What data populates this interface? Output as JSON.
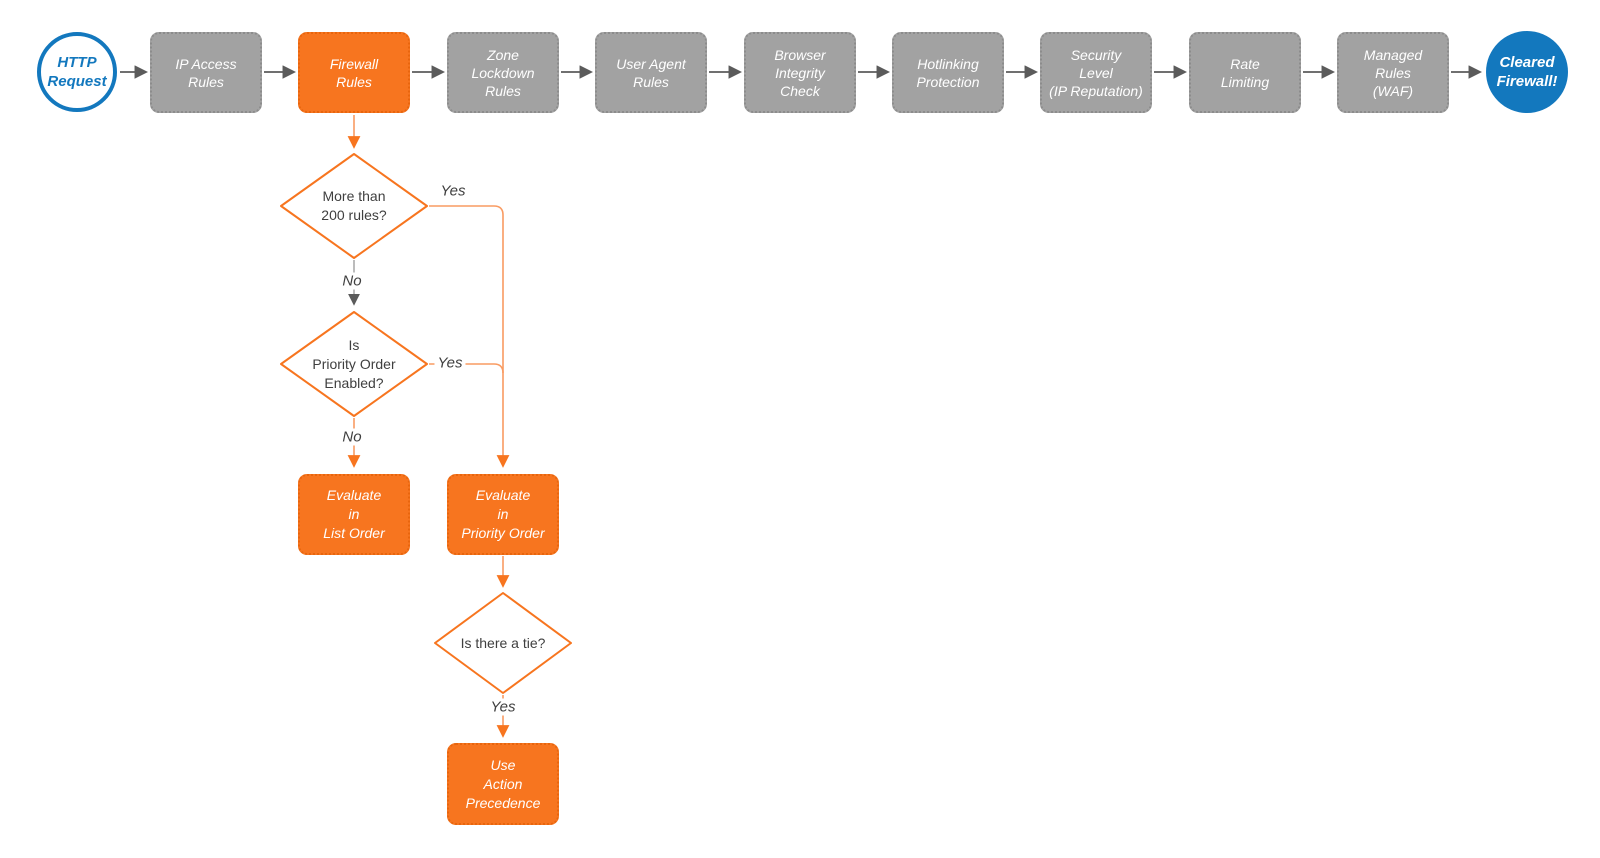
{
  "diagram_title": "HTTP request firewall evaluation flowchart",
  "colors": {
    "orange": "#F7751F",
    "orange_line": "#F99B62",
    "gray_fill": "#A2A2A2",
    "gray_border": "#8C8C8C",
    "arrow_gray": "#5B5B5B",
    "line_gray": "#ABABAB",
    "blue": "#1378BE",
    "text_dark": "#3F3F3F",
    "text_white": "#FFFFFF"
  },
  "pipeline": {
    "start": {
      "label": "HTTP\nRequest"
    },
    "stages": [
      {
        "label": "IP Access\nRules"
      },
      {
        "label": "Firewall\nRules"
      },
      {
        "label": "Zone\nLockdown\nRules"
      },
      {
        "label": "User Agent\nRules"
      },
      {
        "label": "Browser\nIntegrity\nCheck"
      },
      {
        "label": "Hotlinking\nProtection"
      },
      {
        "label": "Security\nLevel\n(IP Reputation)"
      },
      {
        "label": "Rate\nLimiting"
      },
      {
        "label": "Managed\nRules\n(WAF)"
      }
    ],
    "end": {
      "label": "Cleared\nFirewall!"
    }
  },
  "decision_flow": {
    "decisions": [
      {
        "label": "More than\n200 rules?"
      },
      {
        "label": "Is\nPriority Order\nEnabled?"
      },
      {
        "label": "Is there a tie?"
      }
    ],
    "actions": [
      {
        "label": "Evaluate\nin\nList Order"
      },
      {
        "label": "Evaluate\nin\nPriority Order"
      },
      {
        "label": "Use\nAction\nPrecedence"
      }
    ],
    "edge_labels": {
      "yes1": "Yes",
      "no1": "No",
      "yes2": "Yes",
      "no2": "No",
      "yes3": "Yes"
    }
  }
}
